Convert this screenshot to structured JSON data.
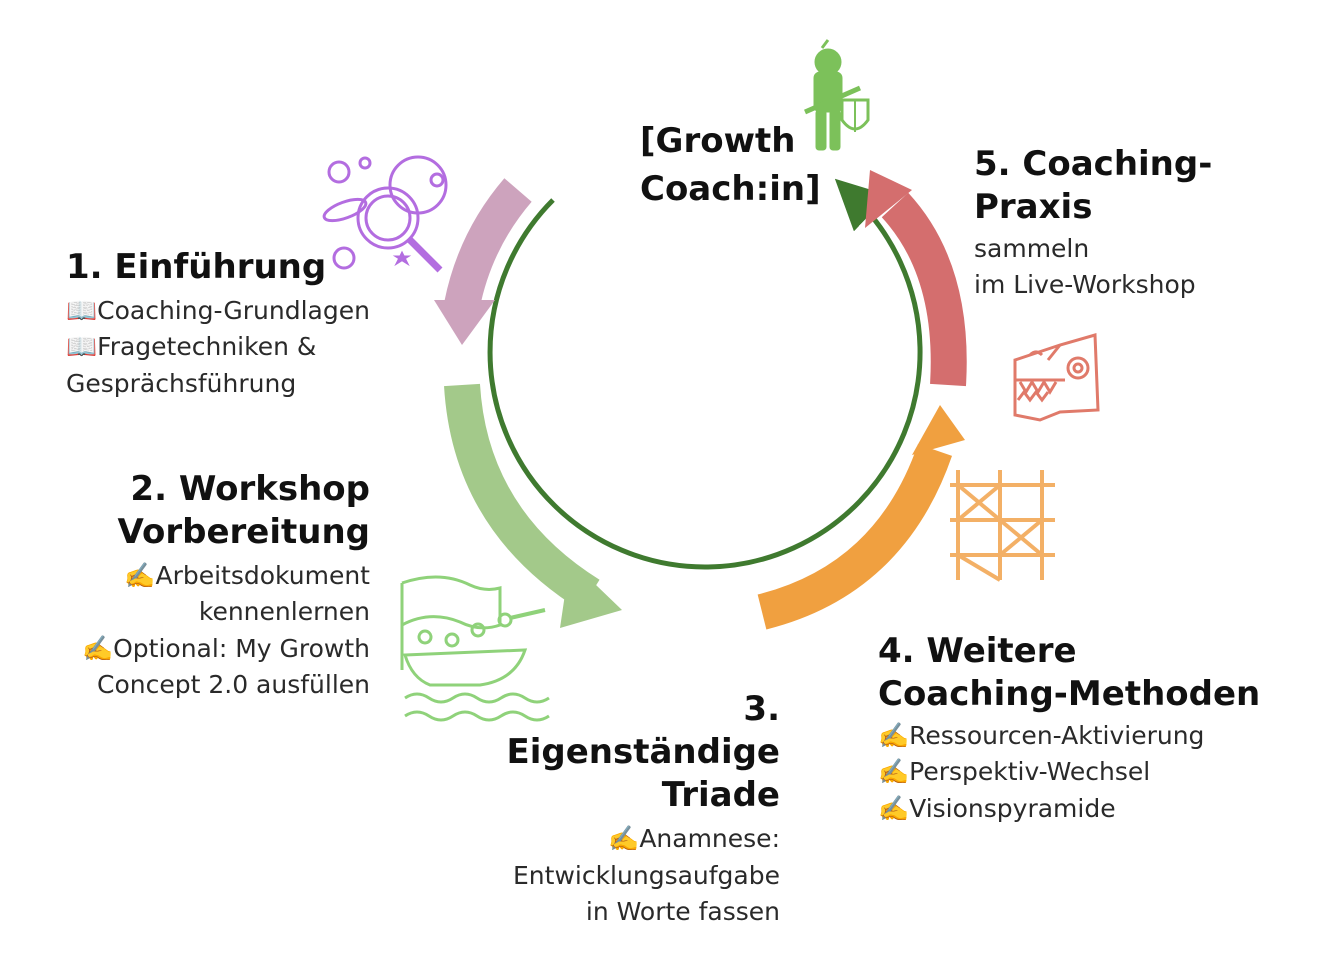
{
  "center": {
    "line1": "[Growth",
    "line2": "Coach:in]"
  },
  "steps": [
    {
      "title_lines": [
        "1. Einführung"
      ],
      "items": [
        {
          "icon": "📖",
          "text": "Coaching-Grundlagen"
        },
        {
          "icon": "📖",
          "text": "Fragetechniken &"
        },
        {
          "icon": "",
          "text": "Gesprächsführung"
        }
      ],
      "arrow_color": "#cda3bd",
      "icon_name": "magnifier-bubbles-icon",
      "icon_color": "#b36de0"
    },
    {
      "title_lines": [
        "2. Workshop",
        "Vorbereitung"
      ],
      "items": [
        {
          "icon": "✍️",
          "text": "Arbeitsdokument"
        },
        {
          "icon": "",
          "text": "kennenlernen"
        },
        {
          "icon": "✍️",
          "text": "Optional: My Growth"
        },
        {
          "icon": "",
          "text": "Concept 2.0 ausfüllen"
        }
      ],
      "arrow_color": "#a3c98a",
      "icon_name": "rowing-boat-icon",
      "icon_color": "#8fd27a"
    },
    {
      "title_lines": [
        "3.",
        "Eigenständige",
        "Triade"
      ],
      "items": [
        {
          "icon": "✍️",
          "text": "Anamnese:"
        },
        {
          "icon": "",
          "text": "Entwicklungsaufgabe"
        },
        {
          "icon": "",
          "text": "in Worte fassen"
        }
      ]
    },
    {
      "title_lines": [
        "4. Weitere",
        "Coaching-Methoden"
      ],
      "items": [
        {
          "icon": "✍️",
          "text": "Ressourcen-Aktivierung"
        },
        {
          "icon": "✍️",
          "text": "Perspektiv-Wechsel"
        },
        {
          "icon": "✍️",
          "text": "Visionspyramide"
        }
      ],
      "arrow_color": "#f0a040",
      "icon_name": "scaffold-icon",
      "icon_color": "#f3b066"
    },
    {
      "title_lines": [
        "5. Coaching-",
        "Praxis"
      ],
      "items": [
        {
          "icon": "",
          "text": "sammeln"
        },
        {
          "icon": "",
          "text": "im Live-Workshop"
        }
      ],
      "arrow_color": "#d46e6e",
      "icon_name": "dragon-head-icon",
      "icon_color": "#e07a6a"
    }
  ],
  "colors": {
    "cycle_ring": "#3f7a2f",
    "knight": "#7cc15a"
  },
  "knight_icon": "knight-shield-icon"
}
